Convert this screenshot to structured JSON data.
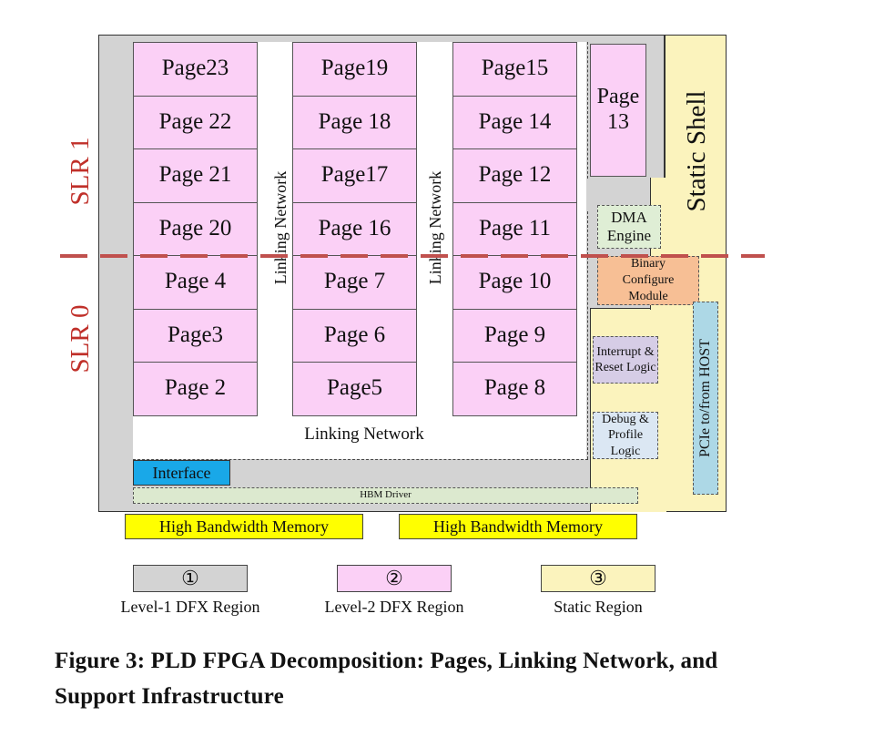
{
  "slr": {
    "top": "SLR 1",
    "bottom": "SLR 0"
  },
  "static_shell": "Static Shell",
  "pages": {
    "col1": [
      "Page23",
      "Page 22",
      "Page 21",
      "Page 20",
      "Page 4",
      "Page3",
      "Page 2"
    ],
    "col2": [
      "Page19",
      "Page 18",
      "Page17",
      "Page 16",
      "Page 7",
      "Page 6",
      "Page5"
    ],
    "col3": [
      "Page15",
      "Page 14",
      "Page 12",
      "Page 11",
      "Page 10",
      "Page 9",
      "Page 8"
    ],
    "page13": "Page 13"
  },
  "linking_network": {
    "vertical": "Linking Network",
    "horizontal": "Linking Network"
  },
  "modules": {
    "dma": "DMA Engine",
    "binary": "Binary Configure Module",
    "interrupt": "Interrupt & Reset Logic",
    "debug": "Debug & Profile Logic",
    "pcie": "PCIe to/from HOST",
    "interface": "Interface",
    "hbm_driver": "HBM Driver"
  },
  "hbm": [
    "High Bandwidth Memory",
    "High Bandwidth Memory"
  ],
  "legend": [
    {
      "symbol": "①",
      "label": "Level-1 DFX Region",
      "color": "#d3d3d3"
    },
    {
      "symbol": "②",
      "label": "Level-2 DFX Region",
      "color": "#fbd0f6"
    },
    {
      "symbol": "③",
      "label": "Static Region",
      "color": "#fbf3bd"
    }
  ],
  "caption": "Figure 3: PLD FPGA Decomposition: Pages, Linking Network, and Support Infrastructure",
  "colors": {
    "level1": "#d3d3d3",
    "level2": "#fbd0f6",
    "static": "#fbf3bd",
    "slr_divider": "#c0504d",
    "slr_text": "#c0302a",
    "dma": "#dfeed5",
    "binary": "#f7bf95",
    "interrupt": "#d6cde6",
    "debug": "#dbe7f3",
    "pcie": "#add8e6",
    "interface": "#19a8e8",
    "hbm_driver": "#dce9cf",
    "hbm": "#ffff00"
  }
}
